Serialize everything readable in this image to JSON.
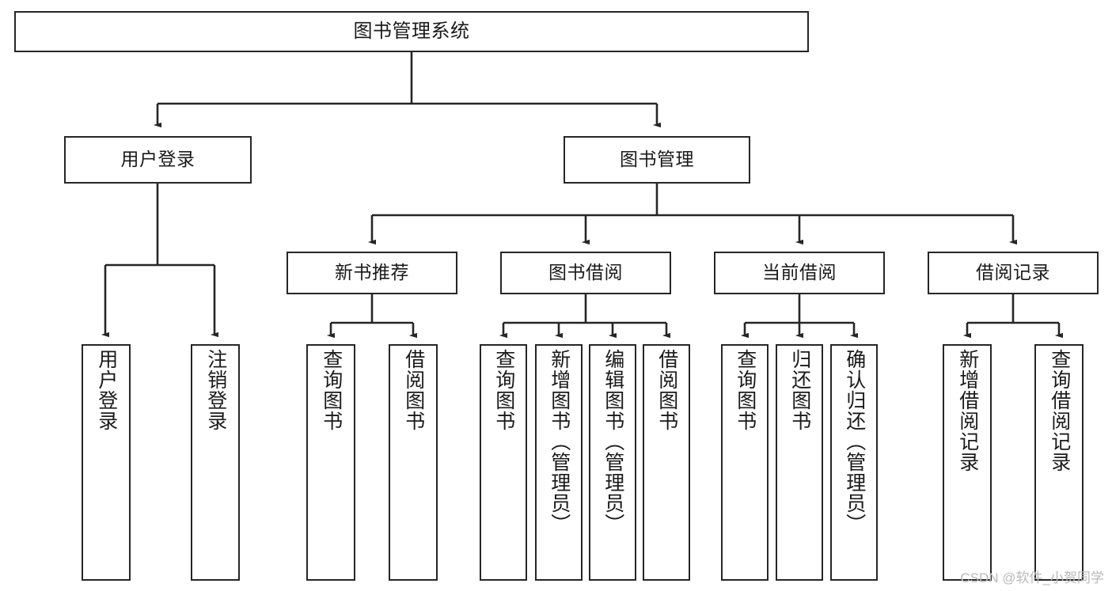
{
  "diagram": {
    "title": "图书管理系统",
    "watermark": "CSDN @软件_小贺同学",
    "style": {
      "box_border_color": "#262626",
      "box_fill_color": "#ffffff",
      "line_color": "#262626",
      "text_color": "#1a1a1a",
      "watermark_color": "#b9b9b9",
      "background": "#ffffff"
    },
    "levels": {
      "root": "图书管理系统",
      "level2": [
        "用户登录",
        "图书管理"
      ],
      "level3": [
        "新书推荐",
        "图书借阅",
        "当前借阅",
        "借阅记录"
      ]
    },
    "nodes": {
      "root": {
        "label": "图书管理系统"
      },
      "user_login": {
        "label": "用户登录"
      },
      "book_manage": {
        "label": "图书管理"
      },
      "new_book_rec": {
        "label": "新书推荐"
      },
      "book_borrow": {
        "label": "图书借阅"
      },
      "current_borrow": {
        "label": "当前借阅"
      },
      "borrow_record": {
        "label": "借阅记录"
      },
      "leaf_user_login": {
        "label": "用户登录"
      },
      "leaf_user_logout": {
        "label": "注销登录"
      },
      "leaf_query_book_1": {
        "label": "查询图书"
      },
      "leaf_borrow_book_1": {
        "label": "借阅图书"
      },
      "leaf_query_book_2": {
        "label": "查询图书"
      },
      "leaf_add_book": {
        "label": "新增图书（管理员）"
      },
      "leaf_edit_book": {
        "label": "编辑图书（管理员）"
      },
      "leaf_borrow_book_2": {
        "label": "借阅图书"
      },
      "leaf_query_book_3": {
        "label": "查询图书"
      },
      "leaf_return_book": {
        "label": "归还图书"
      },
      "leaf_confirm_return": {
        "label": "确认归还（管理员）"
      },
      "leaf_add_record": {
        "label": "新增借阅记录"
      },
      "leaf_query_record": {
        "label": "查询借阅记录"
      }
    },
    "tree": [
      {
        "label": "图书管理系统",
        "children": [
          {
            "label": "用户登录",
            "children": [
              {
                "label": "用户登录"
              },
              {
                "label": "注销登录"
              }
            ]
          },
          {
            "label": "图书管理",
            "children": [
              {
                "label": "新书推荐",
                "children": [
                  {
                    "label": "查询图书"
                  },
                  {
                    "label": "借阅图书"
                  }
                ]
              },
              {
                "label": "图书借阅",
                "children": [
                  {
                    "label": "查询图书"
                  },
                  {
                    "label": "新增图书（管理员）"
                  },
                  {
                    "label": "编辑图书（管理员）"
                  },
                  {
                    "label": "借阅图书"
                  }
                ]
              },
              {
                "label": "当前借阅",
                "children": [
                  {
                    "label": "查询图书"
                  },
                  {
                    "label": "归还图书"
                  },
                  {
                    "label": "确认归还（管理员）"
                  }
                ]
              },
              {
                "label": "借阅记录",
                "children": [
                  {
                    "label": "新增借阅记录"
                  },
                  {
                    "label": "查询借阅记录"
                  }
                ]
              }
            ]
          }
        ]
      }
    ]
  }
}
